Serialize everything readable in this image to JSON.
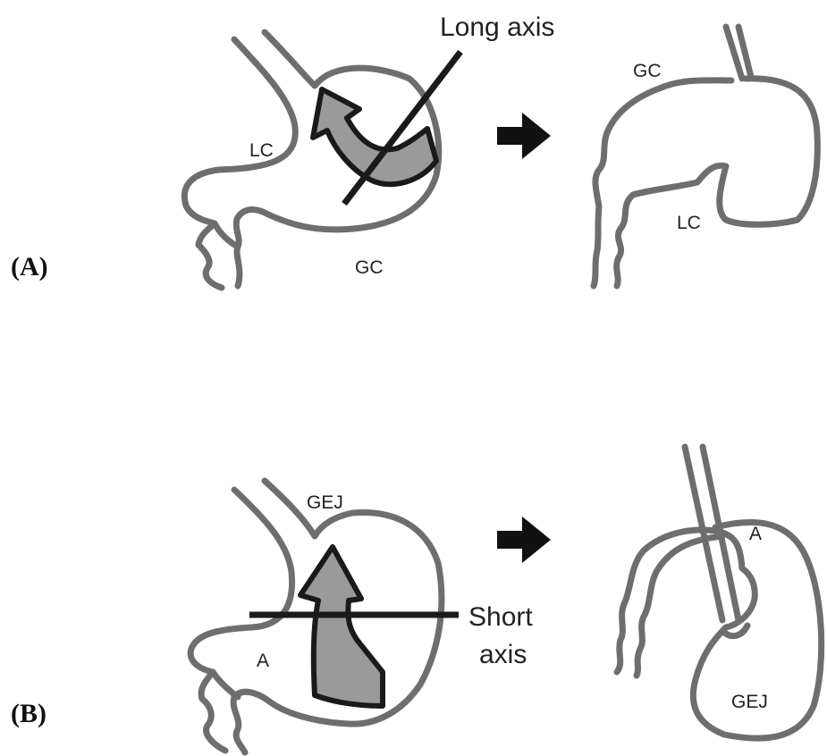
{
  "panels": [
    {
      "label": "(A)",
      "before": {
        "axis_label": "Long axis",
        "lesser_curvature": "LC",
        "greater_curvature": "GC"
      },
      "after": {
        "greater_curvature": "GC",
        "lesser_curvature": "LC"
      }
    },
    {
      "label": "(B)",
      "before": {
        "gej": "GEJ",
        "antrum": "A",
        "axis_label_line1": "Short",
        "axis_label_line2": "axis"
      },
      "after": {
        "antrum": "A",
        "gej": "GEJ"
      }
    }
  ]
}
